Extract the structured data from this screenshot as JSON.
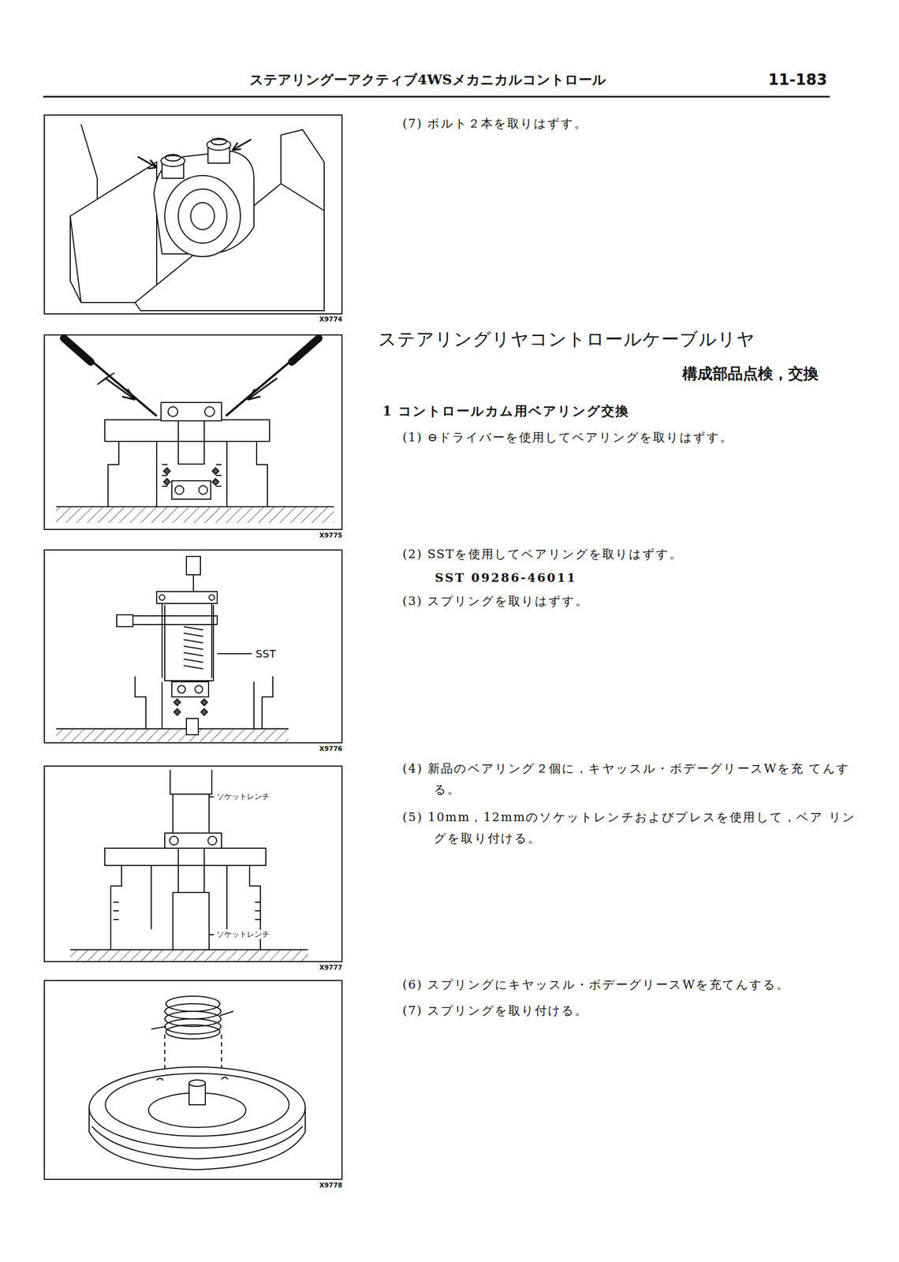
{
  "diagram": {
    "title": "ステアリングリヤコントロールケーブルリヤ",
    "labels": [
      "ステアリングーアクティブ4WSメカニカルコントロール",
      "11-183",
      "構成部品点検，交換",
      "1 コントロールカム用ベアリング交換",
      "(7) ボルト２本を取りはずす。",
      "(1) ⊖ドライバーを使用してベアリングを取りはずす。",
      "(2) SSTを使用してベアリングを取りはずす。",
      "SST 09286-46011",
      "(3) スプリングを取りはずす。",
      "(4) 新品のベアリング２個に，キヤッスル・ボデーグリースWを充 てんする。",
      "(5) 10mm，12mmのソケットレンチおよびプレスを使用して，ベア リングを取り付ける。",
      "(6) スプリングにキヤッスル・ボデーグリースWを充てんする。",
      "(7) スプリングを取り付ける。",
      "X9774",
      "X9775",
      "SST",
      "X9776",
      "ソケットレンチ",
      "ソケットレンチ",
      "X9777",
      "X9778"
    ]
  }
}
